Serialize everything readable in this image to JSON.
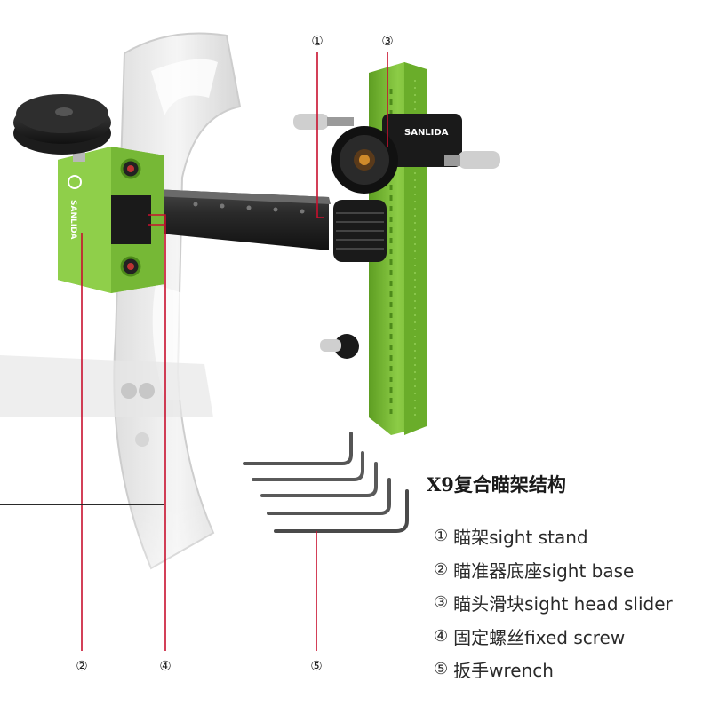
{
  "title": "X9复合瞄架结构",
  "brand": "SANLIDA",
  "callouts": [
    "①",
    "③",
    "②",
    "④",
    "⑤"
  ],
  "legend": [
    {
      "num": "①",
      "label": "瞄架sight stand"
    },
    {
      "num": "②",
      "label": "瞄准器底座sight base"
    },
    {
      "num": "③",
      "label": "瞄头滑块sight head slider"
    },
    {
      "num": "④",
      "label": "固定螺丝fixed screw"
    },
    {
      "num": "⑤",
      "label": "扳手wrench"
    }
  ],
  "colors": {
    "accent_green": "#7dbb3a",
    "leader_red": "#c8102e",
    "metal_dark": "#1e1e1e"
  }
}
